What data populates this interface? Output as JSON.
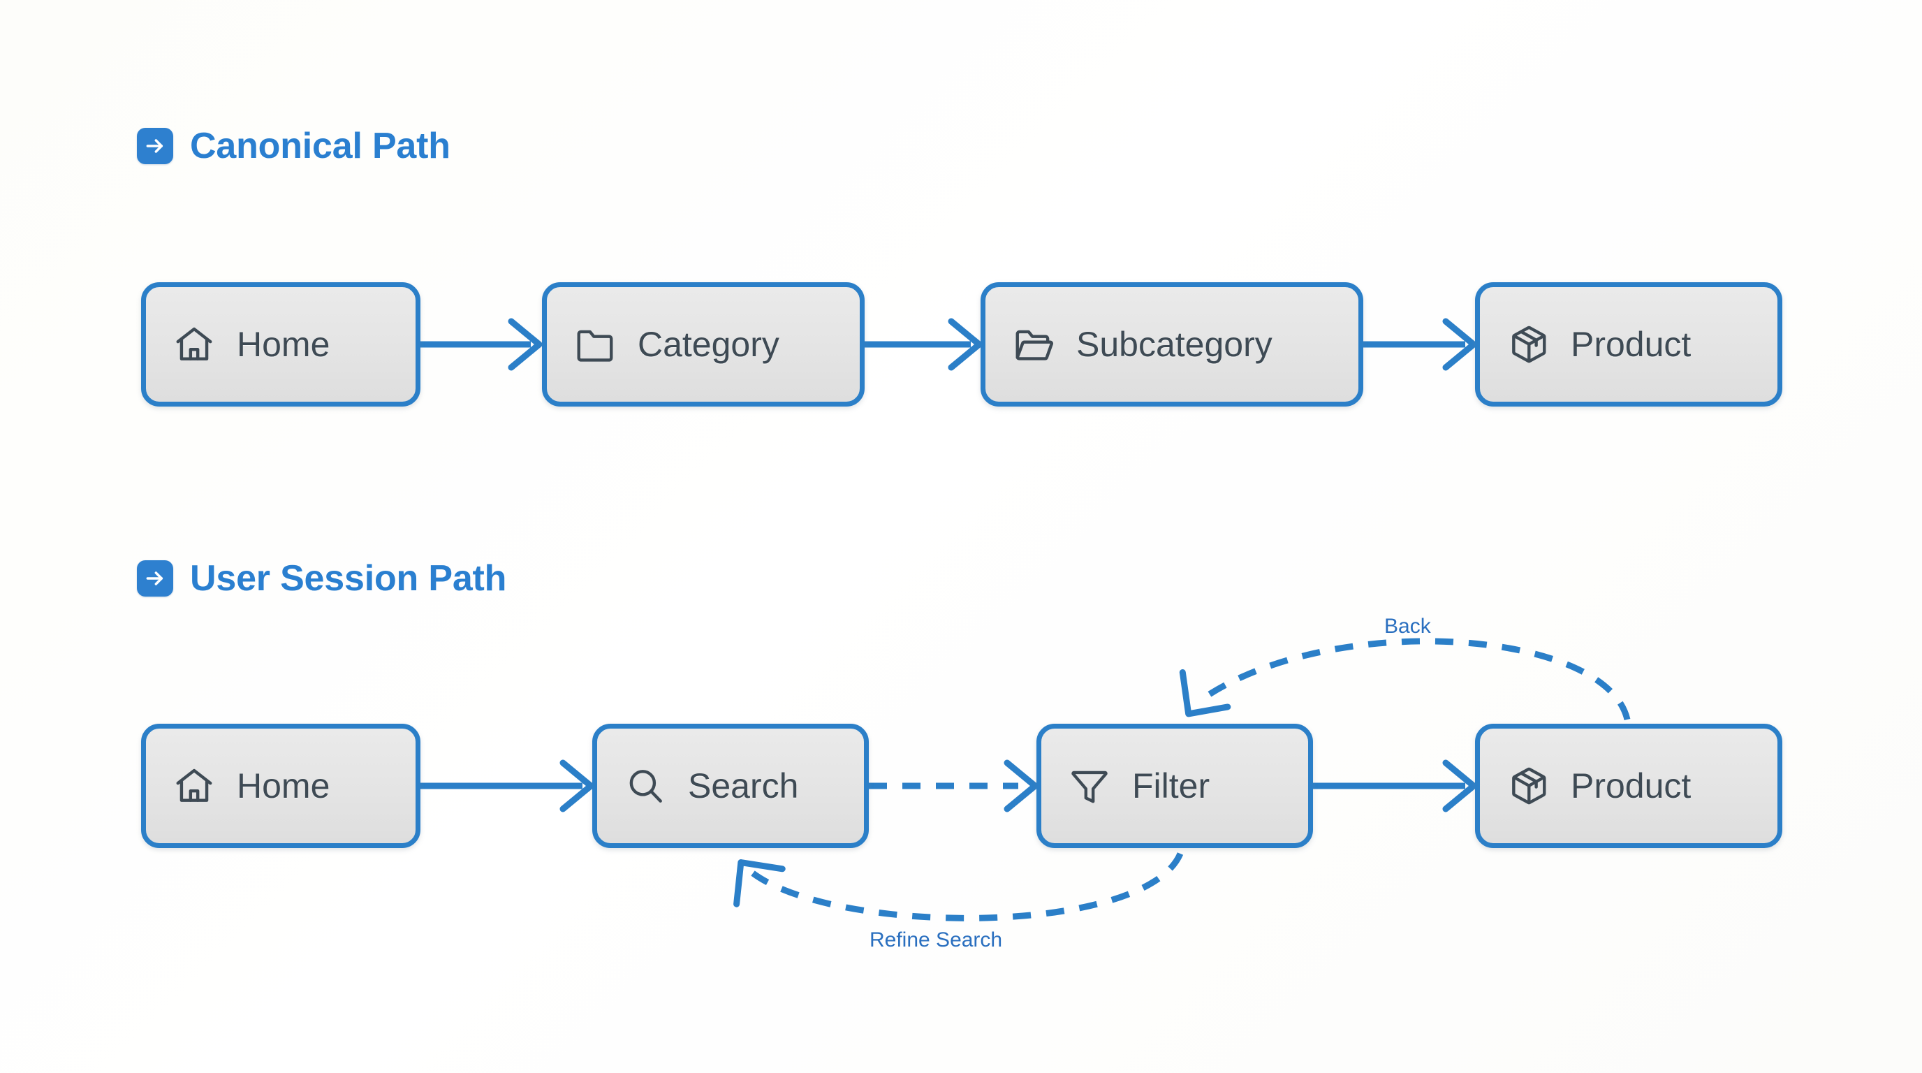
{
  "page": {
    "background": "#fdfdfa",
    "accent_blue": "#2b7fc8",
    "title_blue": "#2a7fd0",
    "node_fill": "#e6e6e6",
    "node_text": "#3e4a54",
    "edge_label_color": "#2a6fbf"
  },
  "sections": [
    {
      "id": "canonical",
      "badge_icon": "arrow-right-icon",
      "title": "Canonical Path",
      "nodes": [
        {
          "id": "home",
          "label": "Home",
          "icon": "home-icon"
        },
        {
          "id": "category",
          "label": "Category",
          "icon": "folder-closed-icon"
        },
        {
          "id": "subcategory",
          "label": "Subcategory",
          "icon": "folder-open-icon"
        },
        {
          "id": "product",
          "label": "Product",
          "icon": "package-box-icon"
        }
      ],
      "edges": [
        {
          "from": "home",
          "to": "category",
          "style": "solid",
          "label": ""
        },
        {
          "from": "category",
          "to": "subcategory",
          "style": "solid",
          "label": ""
        },
        {
          "from": "subcategory",
          "to": "product",
          "style": "solid",
          "label": ""
        }
      ]
    },
    {
      "id": "session",
      "badge_icon": "arrow-right-icon",
      "title": "User Session Path",
      "nodes": [
        {
          "id": "home",
          "label": "Home",
          "icon": "home-icon"
        },
        {
          "id": "search",
          "label": "Search",
          "icon": "search-icon"
        },
        {
          "id": "filter",
          "label": "Filter",
          "icon": "funnel-icon"
        },
        {
          "id": "product",
          "label": "Product",
          "icon": "package-box-icon"
        }
      ],
      "edges": [
        {
          "from": "home",
          "to": "search",
          "style": "solid",
          "label": ""
        },
        {
          "from": "search",
          "to": "filter",
          "style": "dashed",
          "label": ""
        },
        {
          "from": "filter",
          "to": "product",
          "style": "solid",
          "label": ""
        },
        {
          "from": "product",
          "to": "filter",
          "style": "dashed",
          "label": "Back"
        },
        {
          "from": "filter",
          "to": "search",
          "style": "dashed",
          "label": "Refine Search"
        }
      ]
    }
  ],
  "edge_labels": {
    "back": "Back",
    "refine_search": "Refine Search"
  }
}
